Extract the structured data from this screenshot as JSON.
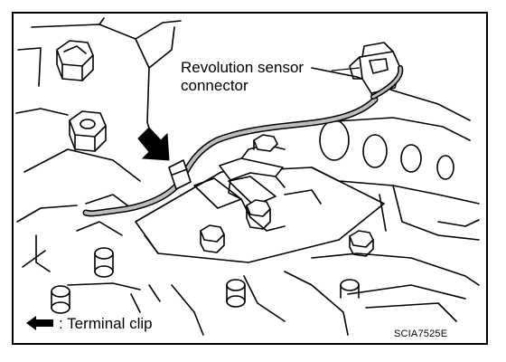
{
  "labels": {
    "sensor_line1": "Revolution sensor",
    "sensor_line2": "connector",
    "legend_text": ": Terminal clip",
    "figure_code": "SCIA7525E"
  },
  "colors": {
    "ink": "#000000",
    "paper": "#ffffff",
    "harness_shade": "#bdbdbd"
  },
  "icons": {
    "legend_marker": "arrow-left-icon",
    "pointer": "arrow-down-right-icon"
  }
}
